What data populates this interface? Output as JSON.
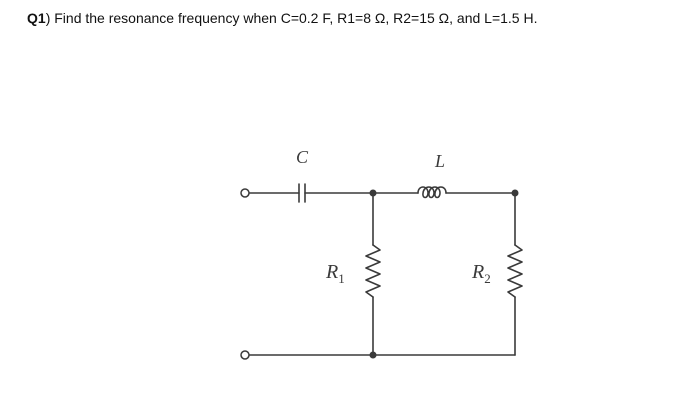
{
  "question": {
    "number": "Q1",
    "text": ") Find the resonance frequency when C=0.2 F, R1=8 Ω, R2=15 Ω, and L=1.5 H."
  },
  "circuit": {
    "labels": {
      "capacitor": "C",
      "inductor": "L",
      "r1_main": "R",
      "r1_sub": "1",
      "r2_main": "R",
      "r2_sub": "2"
    },
    "colors": {
      "wire": "#3a3a3a"
    }
  }
}
